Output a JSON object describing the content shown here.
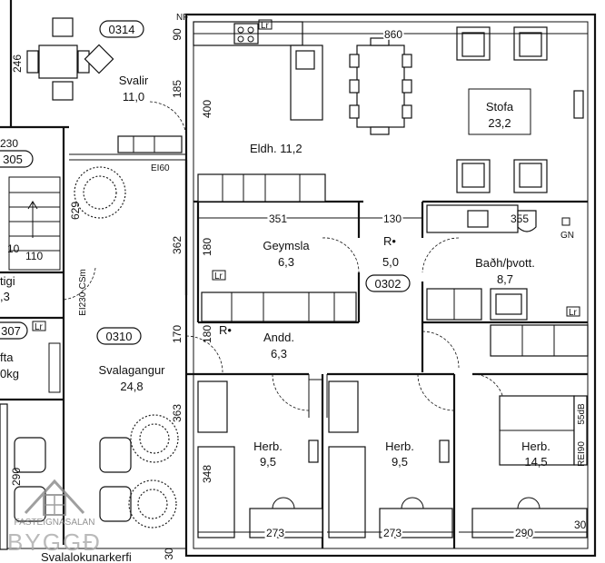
{
  "rooms": {
    "stofa": {
      "name": "Stofa",
      "area": "23,2"
    },
    "eldhus": {
      "label": "Eldh. 11,2"
    },
    "svalir": {
      "name": "Svalir",
      "area": "11,0"
    },
    "geymsla": {
      "name": "Geymsla",
      "area": "6,3"
    },
    "hall": {
      "area": "5,0"
    },
    "bad": {
      "name": "Baðh/þvott.",
      "area": "8,7"
    },
    "andd": {
      "name": "Andd.",
      "area": "6,3"
    },
    "svalagangur": {
      "name": "Svalagangur",
      "area": "24,8"
    },
    "herb1": {
      "name": "Herb.",
      "area": "9,5"
    },
    "herb2": {
      "name": "Herb.",
      "area": "9,5"
    },
    "herb3": {
      "name": "Herb.",
      "area": "14,5"
    },
    "stigi": {
      "name": "tigi",
      "area": ",3"
    },
    "lyfta": {
      "name": "fta",
      "area": "0kg"
    }
  },
  "tags": {
    "t0314": "0314",
    "t0305": "305",
    "t0302": "0302",
    "t0307": "307",
    "t0310": "0310"
  },
  "dims": {
    "d860": "860",
    "d246": "246",
    "d185": "185",
    "d400": "400",
    "d230": "230",
    "d351": "351",
    "d130": "130",
    "d355": "355",
    "d362": "362",
    "d180a": "180",
    "d170": "170",
    "d180b": "180",
    "d363": "363",
    "d348": "348",
    "d273a": "273",
    "d273b": "273",
    "d290a": "290",
    "d290b": "290",
    "d30a": "30",
    "d30b": "30",
    "d90": "90",
    "d629": "629",
    "d110": "110",
    "d10": "10",
    "d55db": "55dB"
  },
  "marks": {
    "lr": "Lr",
    "nf": "NF",
    "ei60": "EI60",
    "ei230": "EI230-CSm",
    "rei90": "REI90",
    "gn": "GN",
    "r1": "R•",
    "r2": "R•"
  },
  "footer": {
    "logo_top": "FASTEIGNASALAN",
    "logo_bottom": "BYGGÐ",
    "cut_text": "Svalalokunarkerfi"
  }
}
